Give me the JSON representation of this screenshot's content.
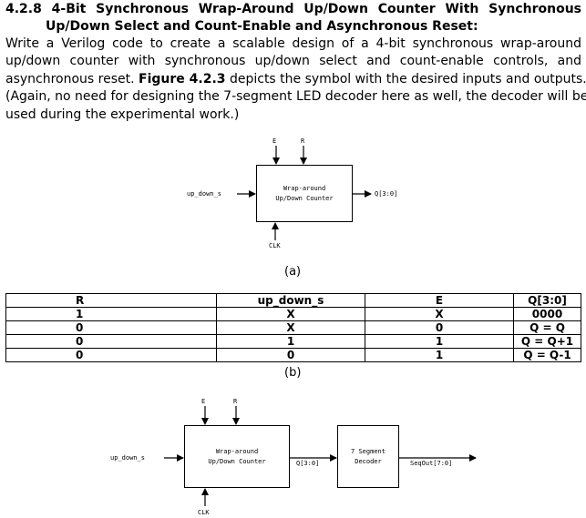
{
  "heading": {
    "line1": "4.2.8 4-Bit Synchronous Wrap-Around Up/Down Counter With Synchronous",
    "line2": "Up/Down Select and Count-Enable and Asynchronous Reset:"
  },
  "paragraph": {
    "line1": "Write a Verilog code to create a scalable design of a 4-bit synchronous wrap-around",
    "line2": "up/down counter with synchronous up/down select and count-enable controls, and",
    "line3_pre": "asynchronous reset. ",
    "line3_bold": "Figure 4.2.3",
    "line3_post": " depicts the symbol with the desired inputs and outputs.",
    "line4": "(Again, no need for designing the 7-segment LED decoder here as well, the decoder will be",
    "line5": "used during the experimental work.)"
  },
  "figure_a": {
    "input_e": "E",
    "input_r": "R",
    "input_updown": "up_down_s",
    "block_line1": "Wrap-around",
    "block_line2": "Up/Down Counter",
    "output_q": "Q[3:0]",
    "input_clk": "CLK",
    "caption": "(a)"
  },
  "truth_table": {
    "headers": [
      "R",
      "up_down_s",
      "E",
      "Q[3:0]"
    ],
    "rows": [
      [
        "1",
        "X",
        "X",
        "0000"
      ],
      [
        "0",
        "X",
        "0",
        "Q = Q"
      ],
      [
        "0",
        "1",
        "1",
        "Q = Q+1"
      ],
      [
        "0",
        "0",
        "1",
        "Q = Q-1"
      ]
    ],
    "caption": "(b)"
  },
  "figure_c": {
    "input_e": "E",
    "input_r": "R",
    "input_updown": "up_down_s",
    "counter_line1": "Wrap-around",
    "counter_line2": "Up/Down Counter",
    "wire_q": "Q[3:0]",
    "decoder_line1": "7 Segment",
    "decoder_line2": "Decoder",
    "output_seq": "SeqOut[7:0]",
    "input_clk": "CLK"
  }
}
